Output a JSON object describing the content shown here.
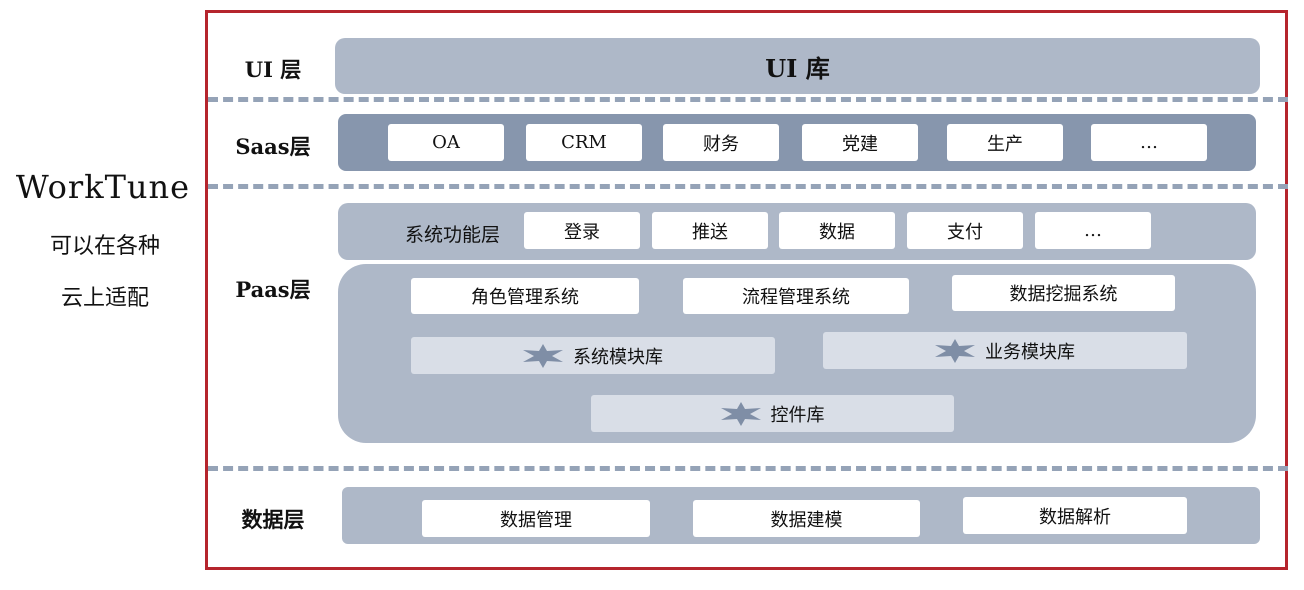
{
  "side": {
    "title": "WorkTune",
    "line1": "可以在各种",
    "line2": "云上适配"
  },
  "layers": {
    "ui": {
      "label": "UI 层",
      "library": "UI 库"
    },
    "saas": {
      "label": "Saas层",
      "items": [
        "OA",
        "CRM",
        "财务",
        "党建",
        "生产",
        "…"
      ]
    },
    "paas": {
      "label": "Paas层",
      "function_layer": {
        "label": "系统功能层",
        "items": [
          "登录",
          "推送",
          "数据",
          "支付",
          "…"
        ]
      },
      "systems": [
        "角色管理系统",
        "流程管理系统",
        "数据挖掘系统"
      ],
      "modules": {
        "system": "系统模块库",
        "business": "业务模块库",
        "controls": "控件库"
      }
    },
    "data": {
      "label": "数据层",
      "items": [
        "数据管理",
        "数据建模",
        "数据解析"
      ]
    }
  },
  "colors": {
    "frame": "#b5252d",
    "bar": "#aeb8c8",
    "bar_dark": "#8796ad",
    "module": "#d9dee7",
    "dash": "#95a3b7",
    "star": "#7f8ea6"
  }
}
